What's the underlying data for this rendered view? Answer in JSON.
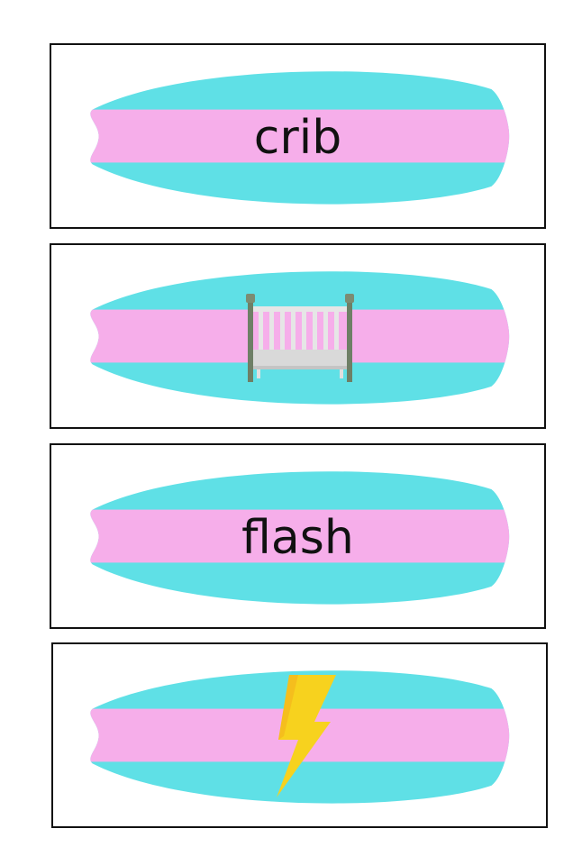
{
  "colors": {
    "board_teal": "#5fe0e6",
    "board_pink": "#f6aeea",
    "border": "#111111",
    "text": "#111111"
  },
  "cards": [
    {
      "kind": "word",
      "word": "crib"
    },
    {
      "kind": "picture",
      "icon": "crib-icon"
    },
    {
      "kind": "word",
      "word": "flash"
    },
    {
      "kind": "picture",
      "icon": "lightning-bolt-icon"
    }
  ]
}
